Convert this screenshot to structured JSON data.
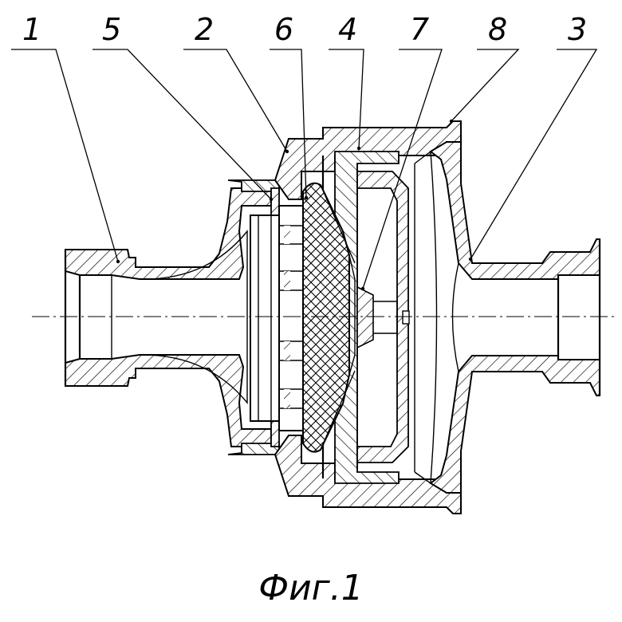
{
  "figure": {
    "caption": "Фиг.1",
    "callouts": [
      {
        "id": "c1",
        "label": "1"
      },
      {
        "id": "c5",
        "label": "5"
      },
      {
        "id": "c2",
        "label": "2"
      },
      {
        "id": "c6",
        "label": "6"
      },
      {
        "id": "c4",
        "label": "4"
      },
      {
        "id": "c7",
        "label": "7"
      },
      {
        "id": "c8",
        "label": "8"
      },
      {
        "id": "c3",
        "label": "3"
      }
    ]
  }
}
